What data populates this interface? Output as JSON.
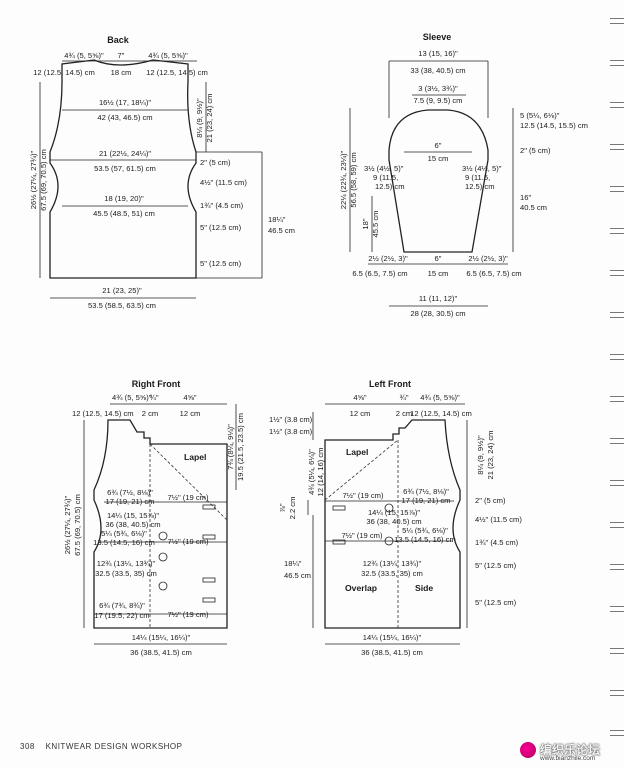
{
  "back": {
    "title": "Back",
    "top_left_in": "4¾ (5, 5⅝)\"",
    "top_mid_in": "7\"",
    "top_right_in": "4¾ (5, 5⅝)\"",
    "top_left_cm": "12 (12.5, 14.5) cm",
    "top_mid_cm": "18 cm",
    "top_right_cm": "12 (12.5, 14.5) cm",
    "shoulder_in": "16½ (17, 18¼)\"",
    "shoulder_cm": "42 (43, 46.5) cm",
    "bust_in": "21 (22½, 24¼)\"",
    "bust_cm": "53.5 (57, 61.5) cm",
    "waist_in": "18 (19, 20)\"",
    "waist_cm": "45.5 (48.5, 51) cm",
    "hem_in": "21 (23, 25)\"",
    "hem_cm": "53.5 (58.5, 63.5) cm",
    "length_in": "26½ (27¼, 27¾)\"",
    "length_cm": "67.5 (69, 70.5) cm",
    "armhole_in": "8¼ (9, 9½)\"",
    "armhole_cm": "21 (23, 24) cm",
    "d1": "2\" (5 cm)",
    "d2": "4½\" (11.5 cm)",
    "d3": "1¾\" (4.5 cm)",
    "d4": "5\" (12.5 cm)",
    "d5": "5\" (12.5 cm)",
    "side_in": "18¼\"",
    "side_cm": "46.5 cm"
  },
  "sleeve": {
    "title": "Sleeve",
    "top_in": "13 (15, 16)\"",
    "top_cm": "33 (38, 40.5) cm",
    "cap_in": "3 (3½, 3¾)\"",
    "cap_cm": "7.5 (9, 9.5) cm",
    "mid_in": "6\"",
    "mid_cm": "15 cm",
    "left_a": "3½ (4½, 5)\"",
    "left_b": "9 (11.5,",
    "left_c": "12.5) cm",
    "right_a": "3½ (4½, 5)\"",
    "right_b": "9 (11.5,",
    "right_c": "12.5) cm",
    "len_in": "22¼ (22¾, 23¼)\"",
    "len_cm": "56.5 (58, 59) cm",
    "seg_in": "18\"",
    "seg_cm": "45.5 cm",
    "cap_ht_in": "5 (5¼, 6⅛)\"",
    "cap_ht_cm": "12.5 (14.5, 15.5) cm",
    "r2": "2\" (5 cm)",
    "r16_in": "16\"",
    "r16_cm": "40.5 cm",
    "cuff_l_in": "2½ (2½, 3)\"",
    "cuff_mid_in": "6\"",
    "cuff_r_in": "2½ (2½, 3)\"",
    "cuff_l_cm": "6.5 (6.5, 7.5) cm",
    "cuff_mid_cm": "15 cm",
    "cuff_r_cm": "6.5 (6.5, 7.5) cm",
    "bot_in": "11 (11, 12)\"",
    "bot_cm": "28 (28, 30.5) cm"
  },
  "right_front": {
    "title": "Right Front",
    "top_l_in": "4¾ (5, 5⅝)\"",
    "top_m_in": "¾\"",
    "top_r_in": "4⅝\"",
    "top_l_cm": "12 (12.5, 14.5) cm",
    "top_m_cm": "2 cm",
    "top_r_cm": "12 cm",
    "length_in": "26½ (27¼, 27¾)\"",
    "length_cm": "67.5 (69, 70.5) cm",
    "lapel_in": "7¾ (8¼, 9¼)\"",
    "lapel_cm": "19.5 (21.5, 23.5) cm",
    "lapel": "Lapel",
    "a1_in": "6¾ (7½, 8⅛)\"",
    "a1_cm": "17 (19, 21) cm",
    "a1_r": "7½\" (19 cm)",
    "b1_in": "14¼ (15, 15⅞)\"",
    "b1_cm": "36 (38, 40.5) cm",
    "c1_in": "5¼ (5¾, 6⅛)\"",
    "c1_cm": "13.5 (14.5, 16) cm",
    "c1_r": "7½\" (19 cm)",
    "d1_in": "12¾ (13¼, 13¾)\"",
    "d1_cm": "32.5 (33.5, 35) cm",
    "e1_in": "6¾ (7¾, 8¾)\"",
    "e1_cm": "17 (19.5, 22) cm",
    "e1_r": "7½\" (19 cm)",
    "hem_in": "14¼ (15¼, 16¼)\"",
    "hem_cm": "36 (38.5, 41.5) cm"
  },
  "left_front": {
    "title": "Left Front",
    "top_l_in": "4⅝\"",
    "top_m_in": "¾\"",
    "top_r_in": "4¾ (5, 5⅝)\"",
    "top_l_cm": "12 cm",
    "top_m_cm": "2 cm",
    "top_r_cm": "12 (12.5, 14.5) cm",
    "v1": "1½\" (3.8 cm)",
    "v2": "1½\" (3.8 cm)",
    "neck_in": "4¾ (5¼, 6¼)\"",
    "neck_cm": "12 (14, 16) cm",
    "pk_in": "⅞\"",
    "pk_cm": "2.2 cm",
    "lapel": "Lapel",
    "a_l": "7½\" (19 cm)",
    "a_in": "6¾ (7½, 8⅛)\"",
    "a_cm": "17 (19, 21) cm",
    "b_in": "14¼ (15, 15⅞)\"",
    "b_cm": "36 (38, 40.5) cm",
    "c_l": "7½\" (19 cm)",
    "c_in": "5¼ (5¾, 6⅛)\"",
    "c_cm": "13.5 (14.5, 16) cm",
    "d_in": "12¾ (13¼, 13¾)\"",
    "d_cm": "32.5 (33.5, 35) cm",
    "overlap": "Overlap",
    "side": "Side",
    "side_in": "18¼\"",
    "side_cm": "46.5 cm",
    "arm_in": "8¼ (9, 9½)\"",
    "arm_cm": "21 (23, 24) cm",
    "r1": "2\" (5 cm)",
    "r2": "4½\" (11.5 cm)",
    "r3": "1¾\" (4.5 cm)",
    "r4": "5\" (12.5 cm)",
    "r5": "5\" (12.5 cm)",
    "hem_in": "14¼ (15¼, 16¼)\"",
    "hem_cm": "36 (38.5, 41.5) cm"
  },
  "footer": {
    "page": "308",
    "book": "KNITWEAR DESIGN WORKSHOP"
  },
  "watermark": {
    "name": "编织乐论坛",
    "url": "www.bianzhile.com"
  }
}
